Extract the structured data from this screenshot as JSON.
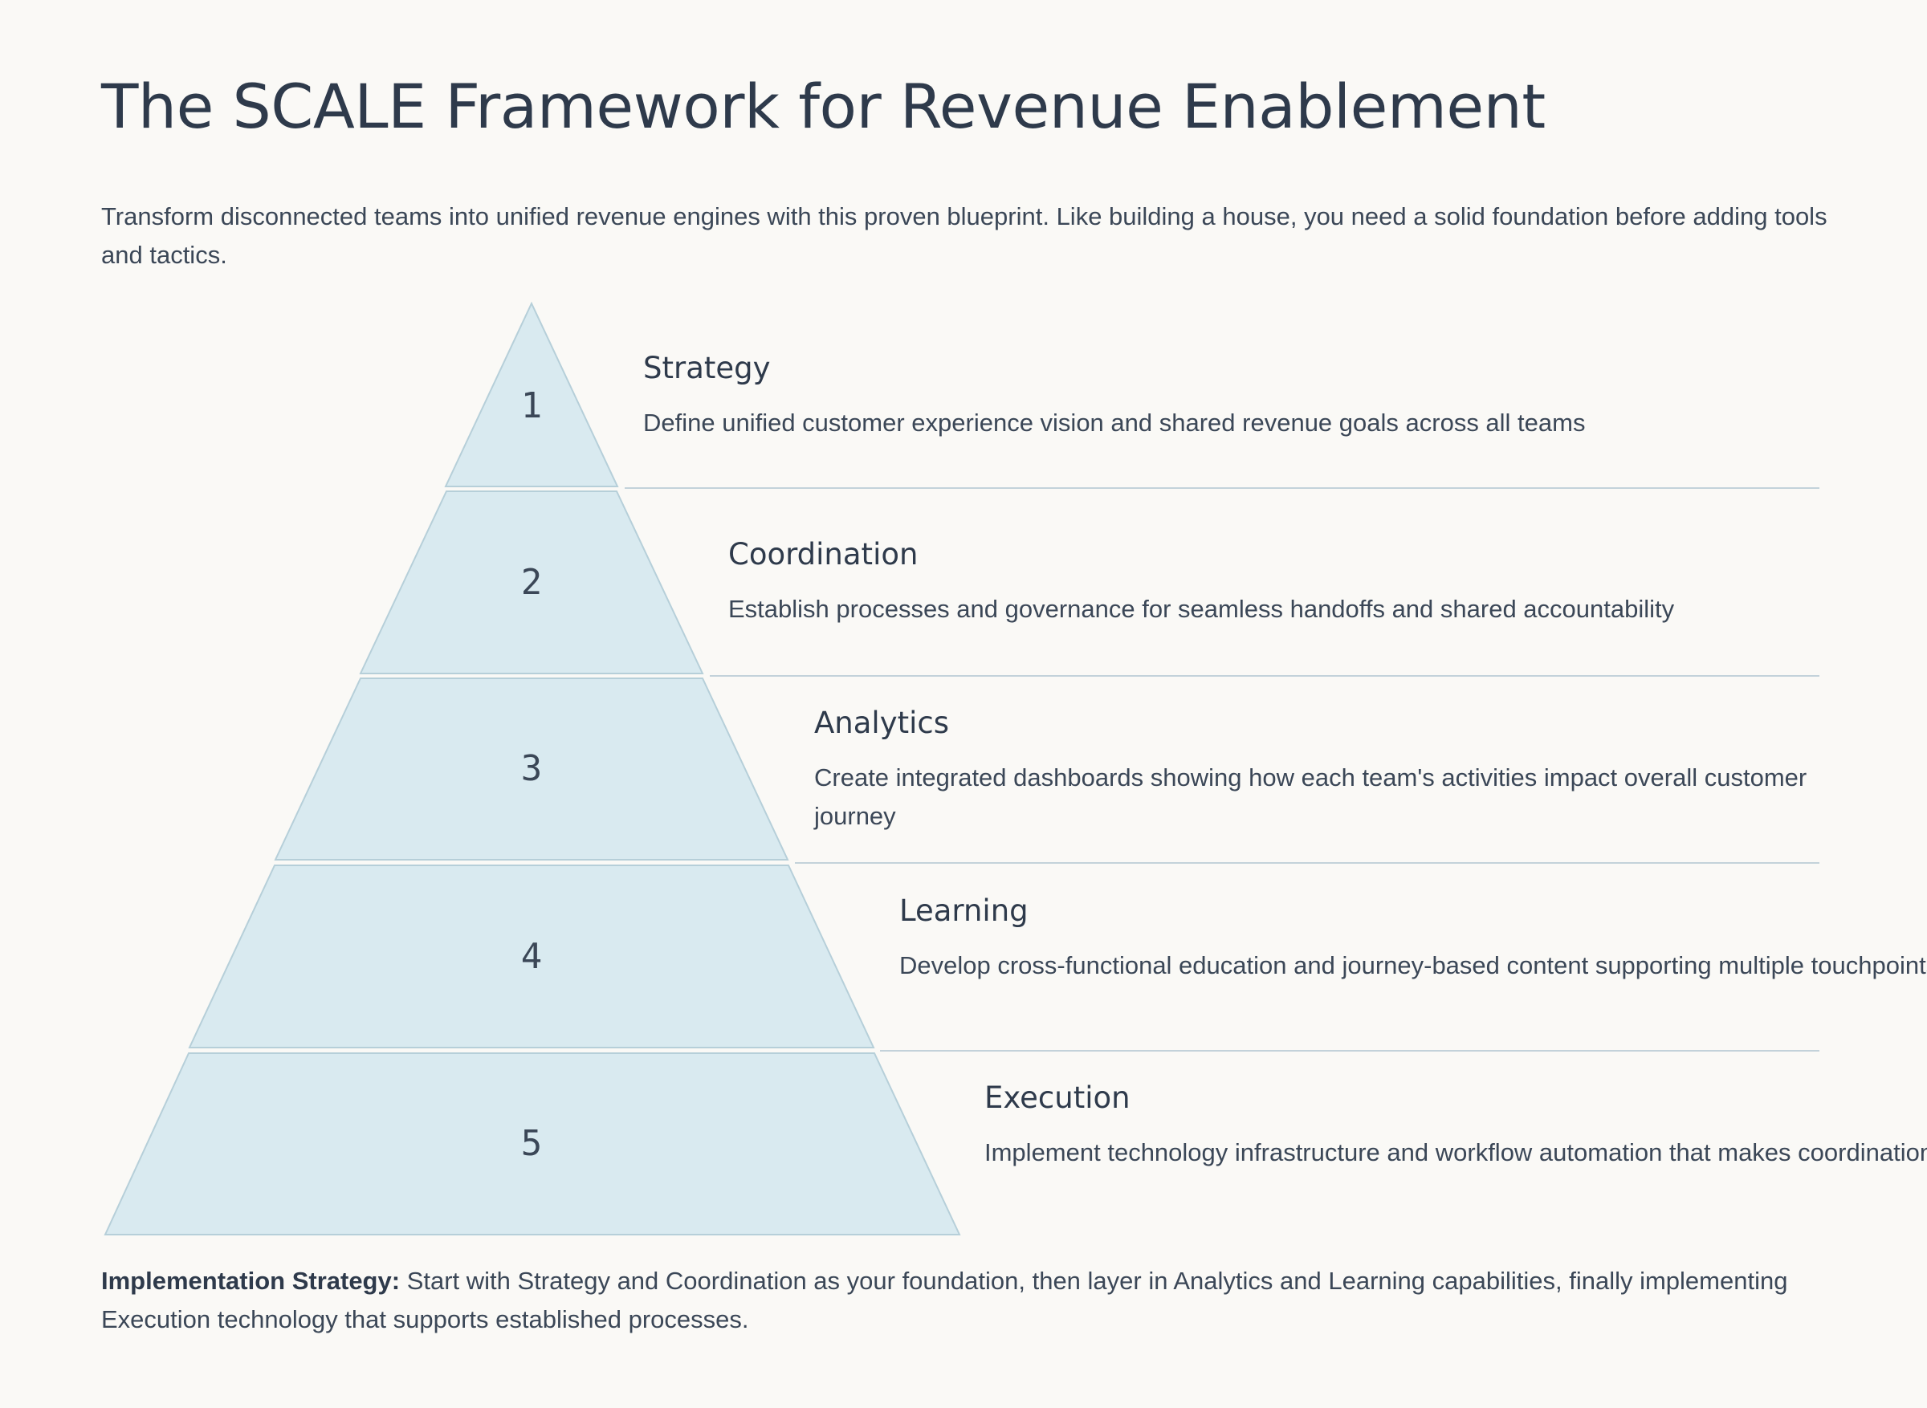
{
  "title": "The SCALE Framework for Revenue Enablement",
  "intro": "Transform disconnected teams into unified revenue engines with this proven blueprint. Like building a house, you need a solid foundation before adding tools and tactics.",
  "tiers": [
    {
      "number": "1",
      "name": "Strategy",
      "description": "Define unified customer experience vision and shared revenue goals across all teams"
    },
    {
      "number": "2",
      "name": "Coordination",
      "description": "Establish processes and governance for seamless handoffs and shared accountability"
    },
    {
      "number": "3",
      "name": "Analytics",
      "description": "Create integrated dashboards showing how each team's activities impact overall customer journey"
    },
    {
      "number": "4",
      "name": "Learning",
      "description": "Develop cross-functional education and journey-based content supporting multiple touchpoints"
    },
    {
      "number": "5",
      "name": "Execution",
      "description": "Implement technology infrastructure and workflow automation that makes coordination natural"
    }
  ],
  "footer": {
    "label": "Implementation Strategy:",
    "text": "Start with Strategy and Coordination as your foundation, then layer in Analytics and Learning capabilities, finally implementing Execution technology that supports established processes."
  },
  "colors": {
    "background": "#faf9f6",
    "tier_fill": "#d9eaf0",
    "tier_stroke": "#b6cfd9",
    "text": "#2e3a4b"
  }
}
